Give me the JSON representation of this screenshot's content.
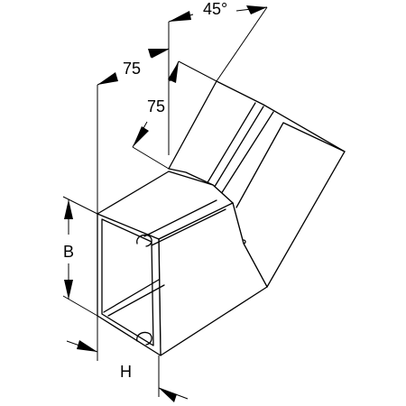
{
  "dimensions": {
    "angle_label": "45°",
    "width_top_label": "75",
    "height_top_label": "75",
    "b_label": "B",
    "h_label": "H"
  }
}
